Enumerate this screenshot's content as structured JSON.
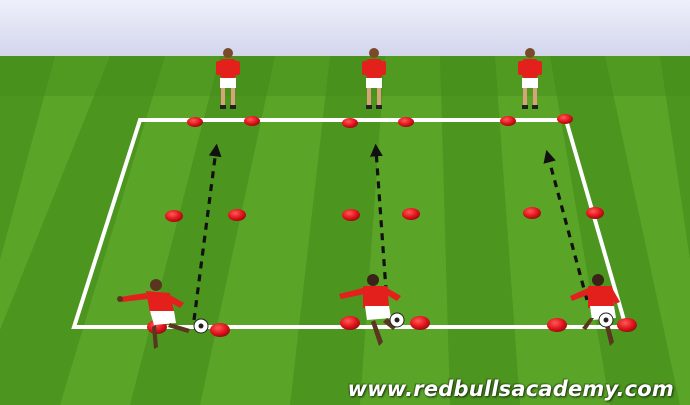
{
  "watermark": {
    "text": "www.redbullsacademy.com"
  },
  "colors": {
    "sky": "#d9dbef",
    "grass_dark": "#4f9a24",
    "grass_light": "#73b636",
    "line": "#ffffff",
    "cone": "#e0121b",
    "shirt": "#e3201c",
    "shorts": "#ffffff",
    "arrow": "#111111"
  },
  "diagram": {
    "type": "soccer-drill",
    "players_receiving": 3,
    "players_dribbling": 3,
    "cones": 18,
    "balls": 3,
    "arrows": 3,
    "arrow_style": "dashed"
  }
}
